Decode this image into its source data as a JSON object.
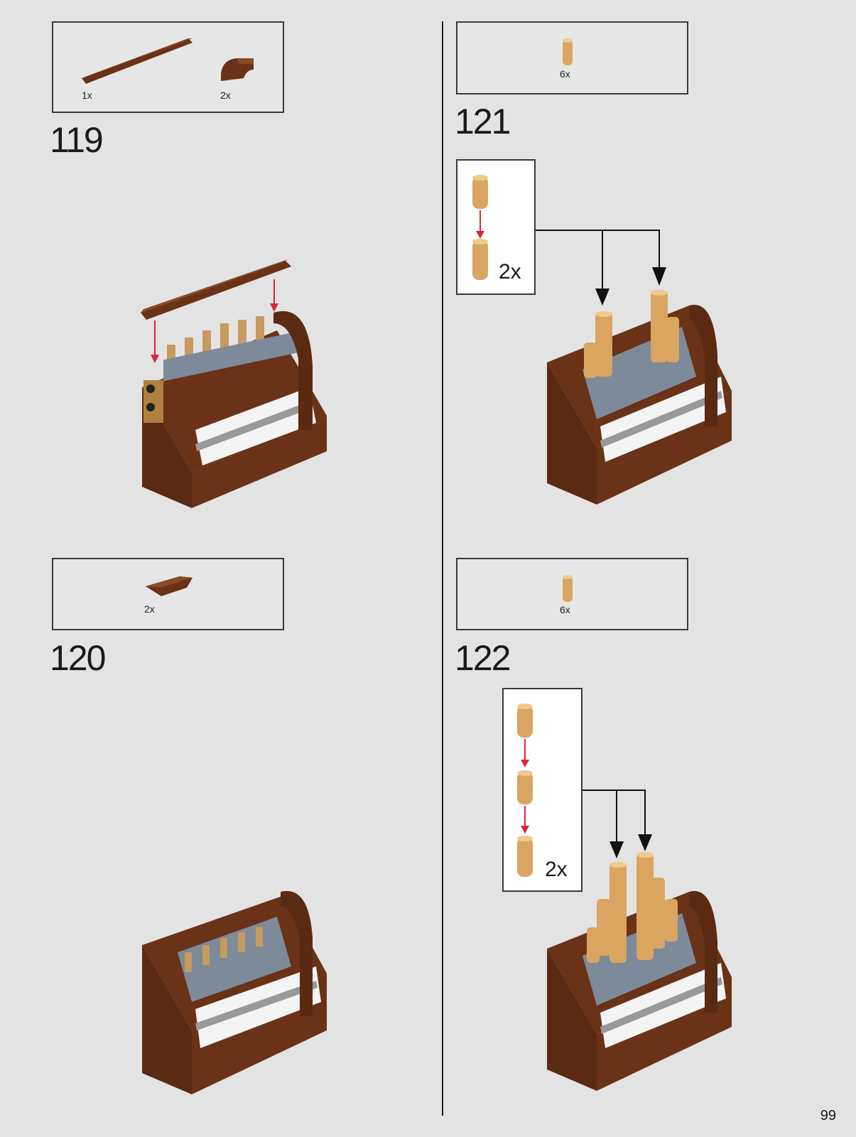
{
  "page_number": "99",
  "steps": [
    {
      "number": "119",
      "parts": [
        {
          "qty": "1x",
          "name": "brown-plate-1x8-icon"
        },
        {
          "qty": "2x",
          "name": "brown-curved-slope-icon"
        }
      ]
    },
    {
      "number": "120",
      "parts": [
        {
          "qty": "2x",
          "name": "brown-wedge-plate-icon"
        }
      ]
    },
    {
      "number": "121",
      "parts": [
        {
          "qty": "6x",
          "name": "tan-round-bar-icon"
        }
      ],
      "subassembly_qty": "2x"
    },
    {
      "number": "122",
      "parts": [
        {
          "qty": "6x",
          "name": "tan-round-bar-icon"
        }
      ],
      "subassembly_qty": "2x"
    }
  ],
  "colors": {
    "brown": "#6a3216",
    "tan": "#d9a560",
    "red_arrow": "#d9273a",
    "background": "#e3e3e3"
  }
}
